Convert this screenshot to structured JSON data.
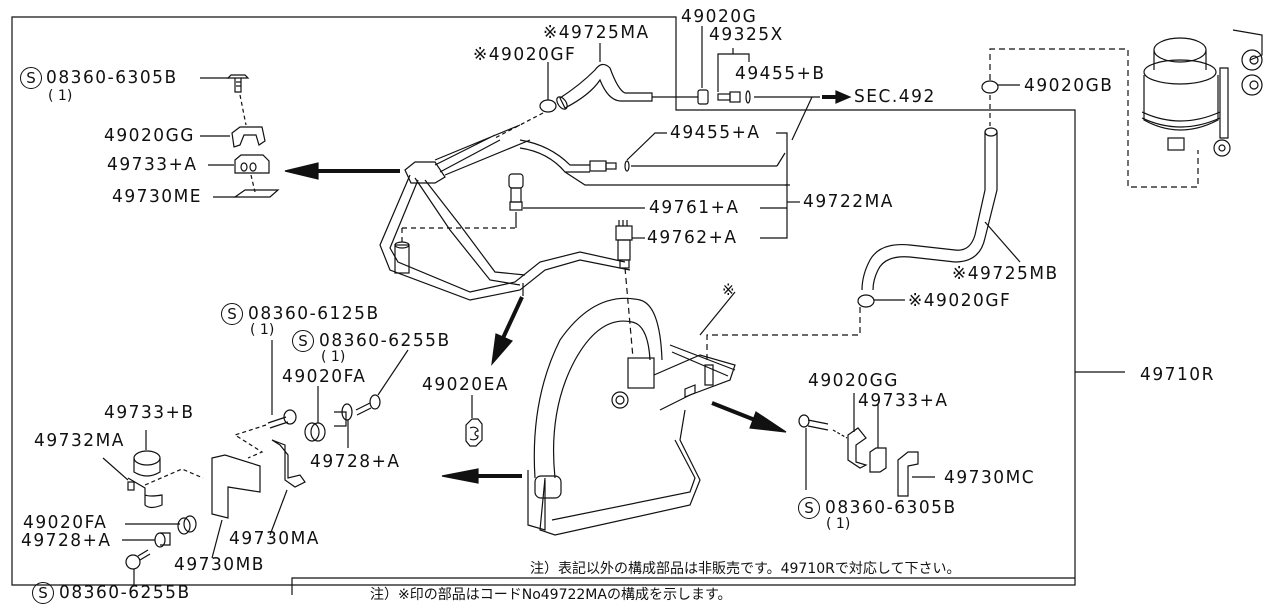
{
  "diagram": {
    "title": "Power Steering Piping Parts Diagram",
    "assembly_part": "49710R",
    "section_ref": "SEC.492",
    "standard_part_symbol": "S",
    "callouts": {
      "bolt_top_left": {
        "part": "08360-6305B",
        "qty": "( 1)"
      },
      "clamp_top_left": {
        "part": "49020GG"
      },
      "spacer_top_left": {
        "part": "49733+A"
      },
      "bracket_top_left": {
        "part": "49730ME"
      },
      "clamp_gf_top": {
        "part": "※49020GF"
      },
      "hose_ma": {
        "part": "※49725MA"
      },
      "clamp_g": {
        "part": "49020G"
      },
      "connector_325x": {
        "part": "49325X"
      },
      "oring_b": {
        "part": "49455+B"
      },
      "oring_a": {
        "part": "49455+A"
      },
      "tube_assembly": {
        "part": "49722MA"
      },
      "switch_761": {
        "part": "49761+A"
      },
      "switch_762": {
        "part": "49762+A"
      },
      "clamp_gb": {
        "part": "49020GB"
      },
      "hose_mb": {
        "part": "※49725MB"
      },
      "clamp_gf_right": {
        "part": "※49020GF"
      },
      "bolt_6125": {
        "part": "08360-6125B",
        "qty": "( 1)"
      },
      "bolt_6255_upper": {
        "part": "08360-6255B",
        "qty": "( 1)"
      },
      "grommet_fa_upper": {
        "part": "49020FA"
      },
      "spacer_b": {
        "part": "49733+B"
      },
      "clamp_732ma": {
        "part": "49732MA"
      },
      "collar_728_upper": {
        "part": "49728+A"
      },
      "grommet_fa_lower": {
        "part": "49020FA"
      },
      "collar_728_lower": {
        "part": "49728+A"
      },
      "bracket_ma": {
        "part": "49730MA"
      },
      "bracket_mb": {
        "part": "49730MB"
      },
      "bolt_6255_lower": {
        "part": "08360-6255B"
      },
      "clamp_ea": {
        "part": "49020EA"
      },
      "clamp_gg_right": {
        "part": "49020GG"
      },
      "spacer_a_right": {
        "part": "49733+A"
      },
      "bracket_mc": {
        "part": "49730MC"
      },
      "bolt_6305_right": {
        "part": "08360-6305B",
        "qty": "( 1)"
      },
      "asterisk_mark": {
        "part": "※"
      }
    },
    "notes": {
      "note1": "注）表記以外の構成部品は非販売です。49710Rで対応して下さい。",
      "note2": "注）※印の部品はコードNo49722MAの構成を示します。"
    }
  }
}
